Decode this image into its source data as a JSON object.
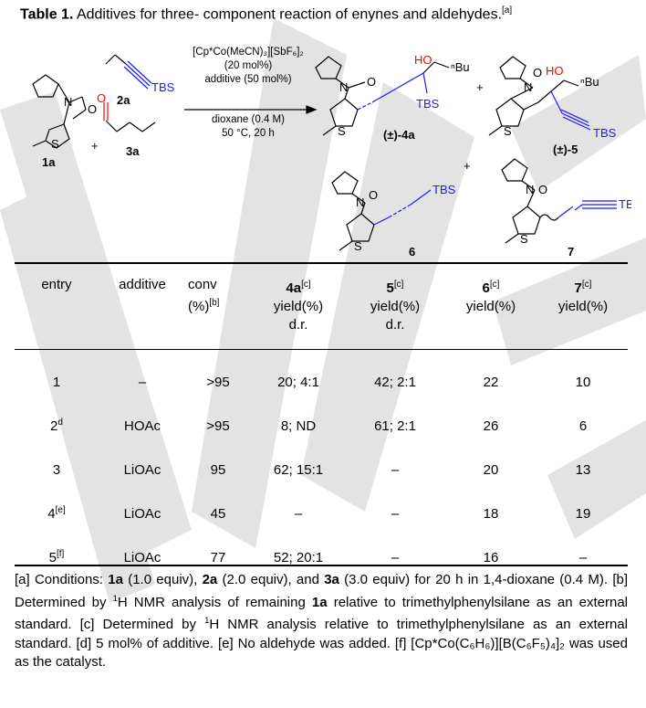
{
  "title": {
    "label": "Table 1.",
    "text": " Additives for three- component reaction of enynes and aldehydes.",
    "ref": "[a]"
  },
  "scheme": {
    "compounds": {
      "c1a": "1a",
      "c2a": "2a",
      "c3a": "3a",
      "p4a": "(±)-4a",
      "p5": "(±)-5",
      "p6": "6",
      "p7": "7"
    },
    "atoms": {
      "N": "N",
      "O": "O",
      "S": "S",
      "HO": "HO",
      "TBS": "TBS",
      "nBu": "ⁿBu"
    },
    "plus": "+",
    "conditions_top": [
      "[Cp*Co(MeCN)₃][SbF₆]₂",
      "(20 mol%)",
      "additive (50 mol%)"
    ],
    "conditions_bottom": [
      "dioxane (0.4 M)",
      "50 °C, 20 h"
    ]
  },
  "table": {
    "headers": {
      "entry": "entry",
      "additive": "additive",
      "conv": {
        "l1": "conv",
        "l2": "(%)",
        "sup": "[b]"
      },
      "h4a": {
        "id": "4a",
        "sup": "[c]",
        "l2": "yield(%)",
        "l3": "d.r."
      },
      "h5": {
        "id": "5",
        "sup": "[c]",
        "l2": "yield(%)",
        "l3": "d.r."
      },
      "h6": {
        "id": "6",
        "sup": "[c]",
        "l2": "yield(%)"
      },
      "h7": {
        "id": "7",
        "sup": "[c]",
        "l2": "yield(%)"
      }
    },
    "rows": [
      {
        "entry": "1",
        "entry_sup": "",
        "additive": "–",
        "conv": ">95",
        "y4a": "20; 4:1",
        "y5": "42; 2:1",
        "y6": "22",
        "y7": "10"
      },
      {
        "entry": "2",
        "entry_sup": "d",
        "additive": "HOAc",
        "conv": ">95",
        "y4a": "8; ND",
        "y5": "61; 2:1",
        "y6": "26",
        "y7": "6"
      },
      {
        "entry": "3",
        "entry_sup": "",
        "additive": "LiOAc",
        "conv": "95",
        "y4a": "62; 15:1",
        "y5": "–",
        "y6": "20",
        "y7": "13"
      },
      {
        "entry": "4",
        "entry_sup": "[e]",
        "additive": "LiOAc",
        "conv": "45",
        "y4a": "–",
        "y5": "–",
        "y6": "18",
        "y7": "19"
      },
      {
        "entry": "5",
        "entry_sup": "[f]",
        "additive": "LiOAc",
        "conv": "77",
        "y4a": "52; 20:1",
        "y5": "–",
        "y6": "16",
        "y7": "–"
      }
    ]
  },
  "footnotes": {
    "a_label": "[a]",
    "a_text1": " Conditions: ",
    "a_1a": "1a",
    "a_text2": " (1.0 equiv), ",
    "a_2a": "2a",
    "a_text3": " (2.0 equiv), and ",
    "a_3a": "3a",
    "a_text4": " (3.0 equiv) for 20 h in 1,4-dioxane (0.4 M). ",
    "b_label": "[b]",
    "b_text1": " Determined by ",
    "b_sup": "1",
    "b_text2": "H NMR analysis of remaining ",
    "b_1a": "1a",
    "b_text3": " relative to trimethylphenylsilane as an external standard. ",
    "c_label": "[c]",
    "c_text1": " Determined by ",
    "c_sup": "1",
    "c_text2": "H NMR analysis relative to trimethylphenylsilane as an external standard. ",
    "d_label": "[d]",
    "d_text": " 5 mol% of additive. ",
    "e_label": "[e]",
    "e_text": " No aldehyde was added. ",
    "f_label": "[f]",
    "f_text": " [Cp*Co(C₆H₆)][B(C₆F₅)₄]₂ was used as the catalyst."
  },
  "colors": {
    "text": "#000000",
    "alkyne": "#1a1aff",
    "hydroxyl": "#ff0000",
    "watermark": "#e0e0e0"
  },
  "watermark": "ACCEPTED"
}
